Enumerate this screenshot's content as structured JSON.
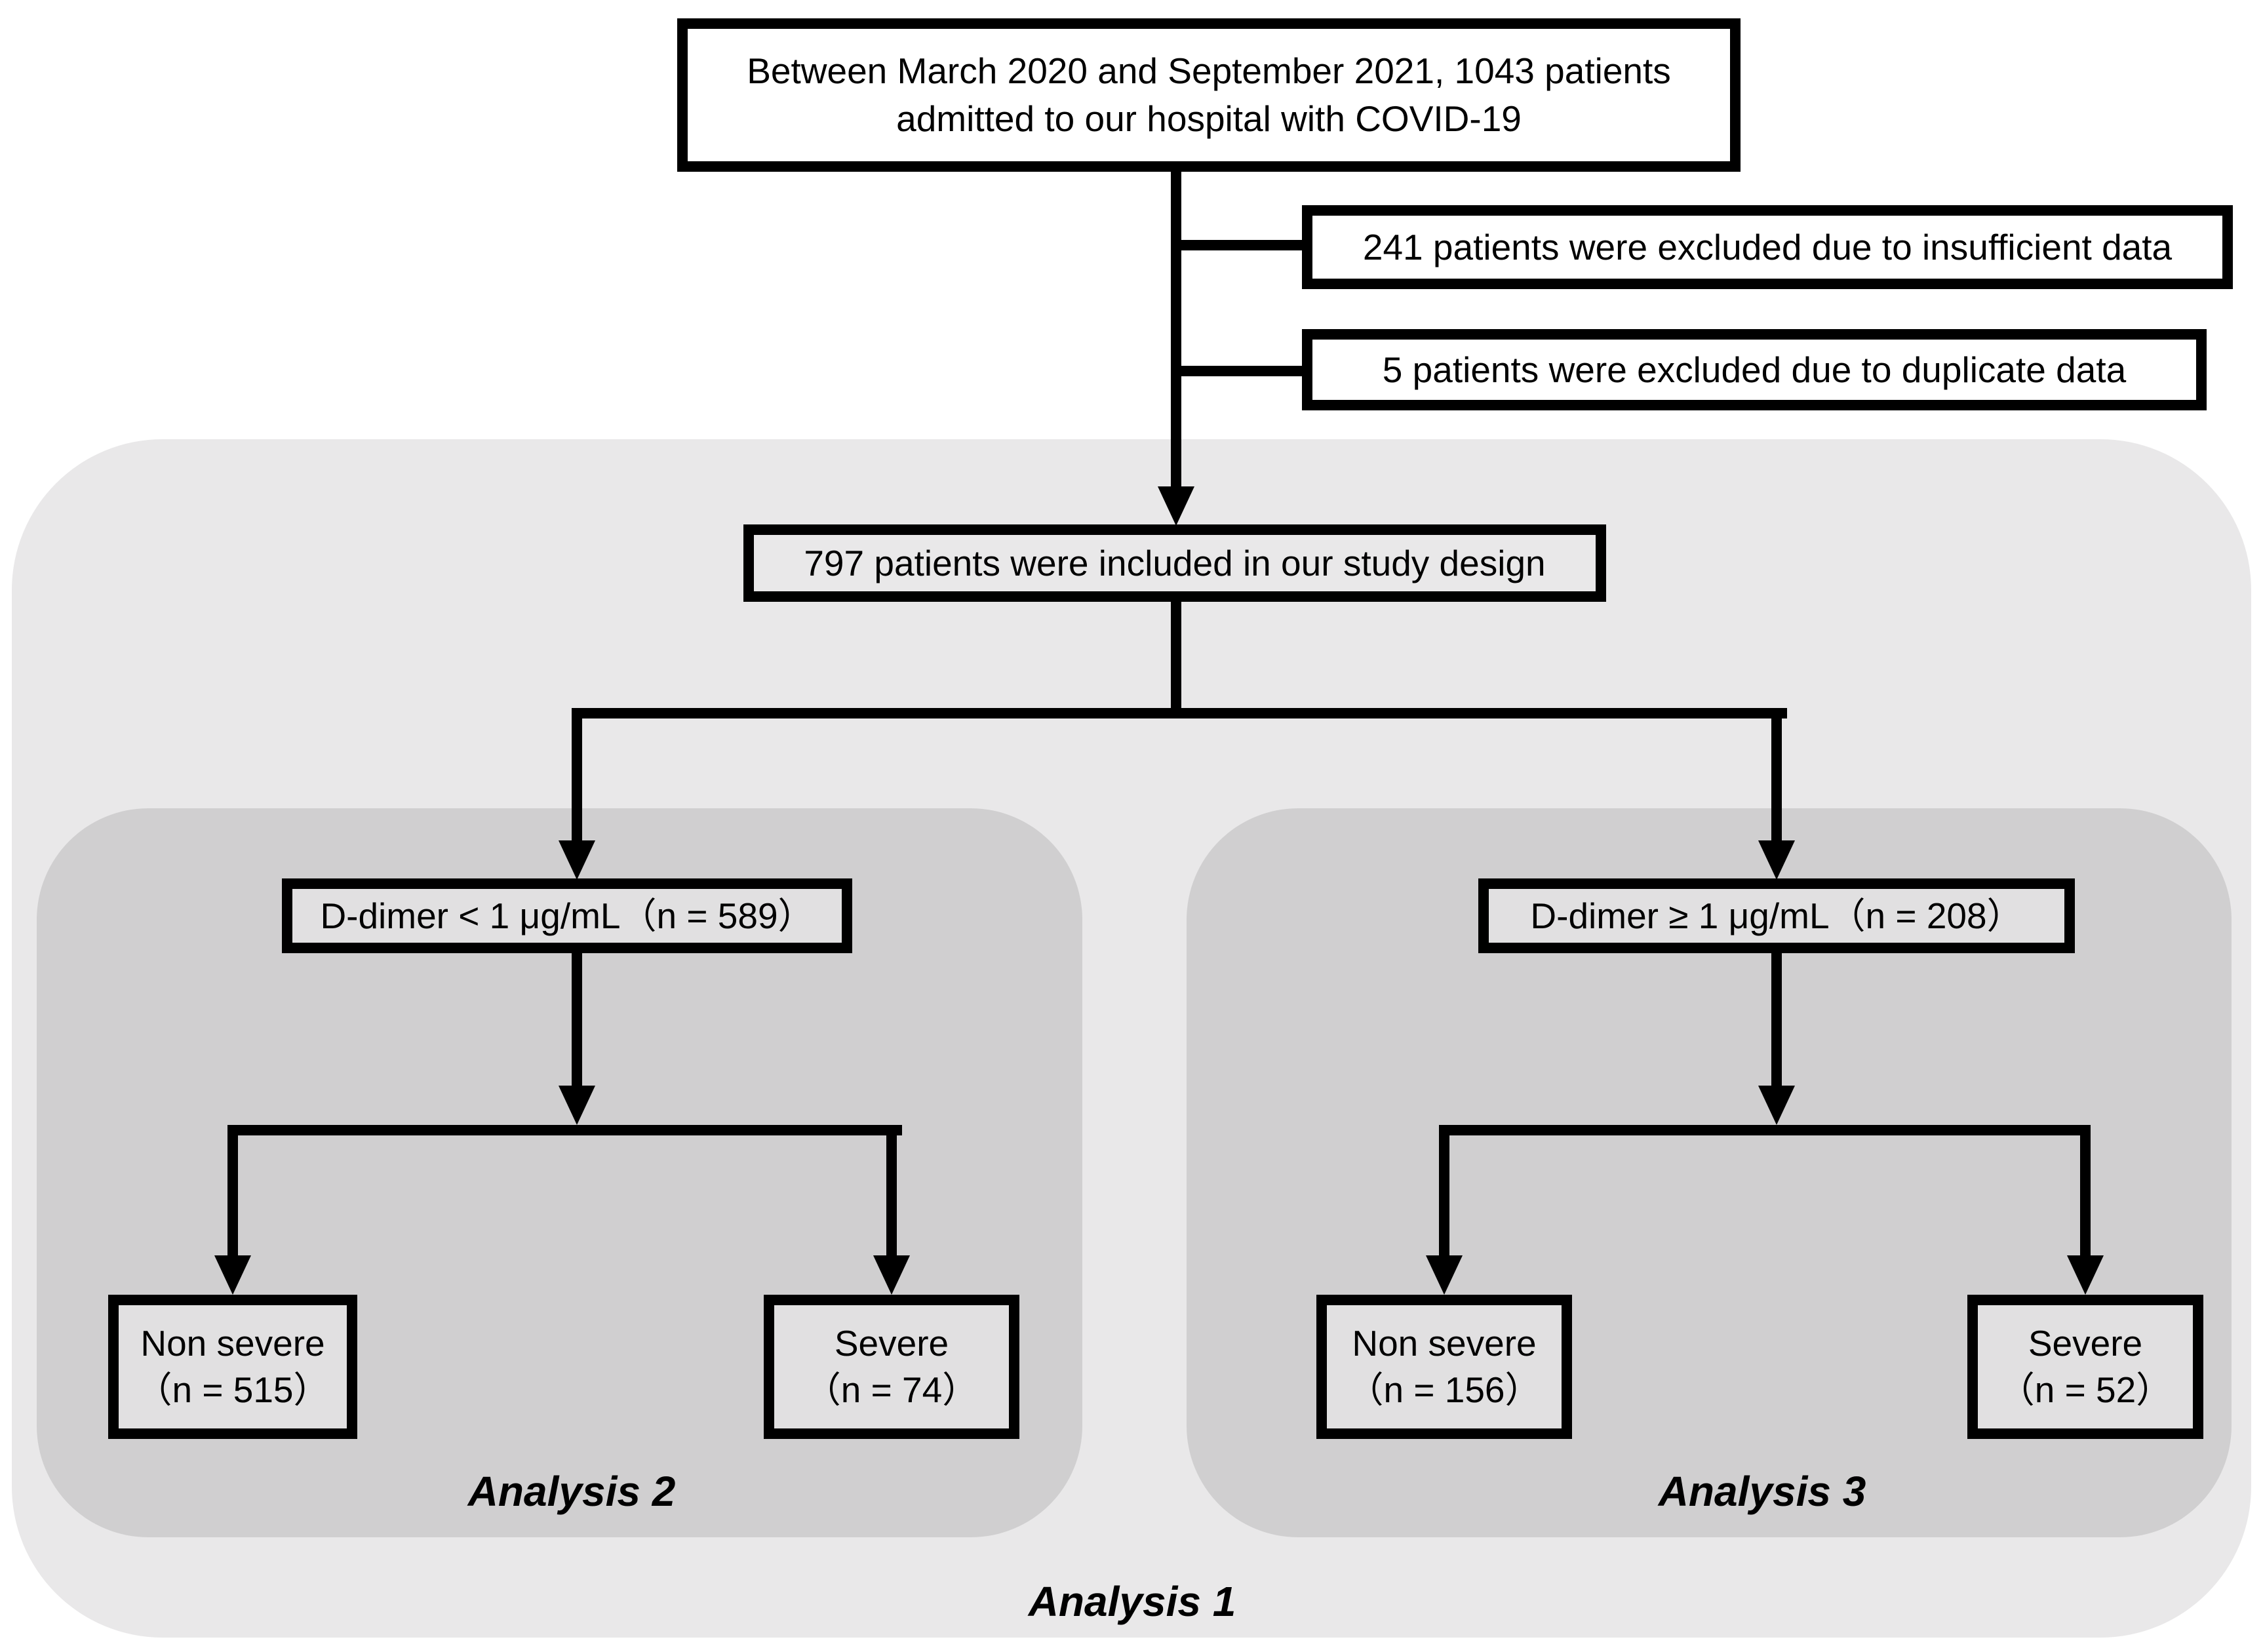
{
  "colors": {
    "background": "#ffffff",
    "outer_panel": "#e9e8e9",
    "inner_panel": "#d0cfd0",
    "box_fill_on_panel": "#e1e0e1",
    "box_border": "#000000",
    "connector": "#000000",
    "text": "#000000"
  },
  "nodes": {
    "enrollment": {
      "line1": "Between March 2020 and September 2021, 1043 patients",
      "line2": "admitted to our hospital with COVID-19"
    },
    "excluded_insufficient": "241 patients were excluded due to insufficient data",
    "excluded_duplicate": "5 patients were excluded due to duplicate data",
    "included": "797 patients were included in our study design",
    "ddimer_low": "D-dimer < 1 μg/mL（n = 589）",
    "ddimer_high": "D-dimer ≥ 1 μg/mL（n = 208）",
    "low_nonsevere": {
      "line1": "Non severe",
      "line2": "（n = 515）"
    },
    "low_severe": {
      "line1": "Severe",
      "line2": "（n = 74）"
    },
    "high_nonsevere": {
      "line1": "Non severe",
      "line2": "（n = 156）"
    },
    "high_severe": {
      "line1": "Severe",
      "line2": "（n = 52）"
    }
  },
  "labels": {
    "analysis1": "Analysis 1",
    "analysis2": "Analysis 2",
    "analysis3": "Analysis 3"
  }
}
